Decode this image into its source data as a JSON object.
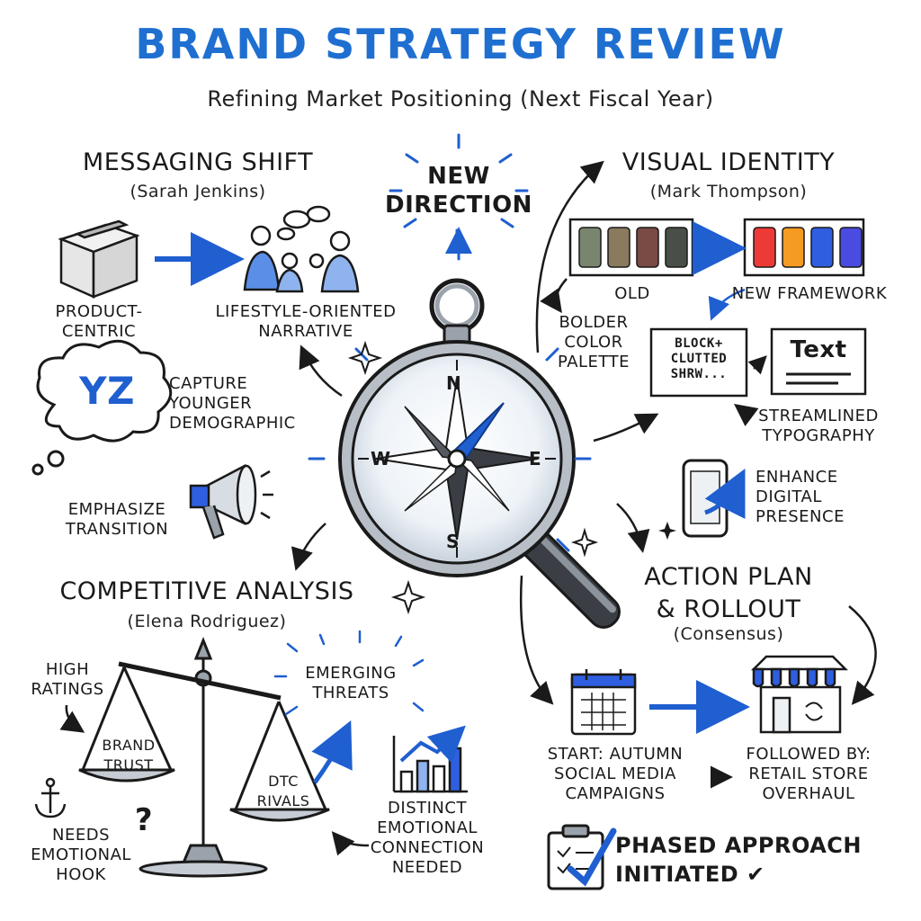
{
  "title": "BRAND STRATEGY REVIEW",
  "subtitle": "Refining Market Positioning (Next Fiscal Year)",
  "center": {
    "label_line1": "NEW",
    "label_line2": "DIRECTION",
    "compass": {
      "n": "N",
      "s": "S",
      "e": "E",
      "w": "W"
    }
  },
  "messaging": {
    "heading": "MESSAGING SHIFT",
    "owner": "(Sarah Jenkins)",
    "from_line1": "PRODUCT-",
    "from_line2": "CENTRIC",
    "to_line1": "LIFESTYLE-ORIENTED",
    "to_line2": "NARRATIVE",
    "badge": "YZ",
    "goal_line1": "CAPTURE",
    "goal_line2": "YOUNGER",
    "goal_line3": "DEMOGRAPHIC",
    "emph_line1": "EMPHASIZE",
    "emph_line2": "TRANSITION"
  },
  "visual": {
    "heading": "VISUAL IDENTITY",
    "owner": "(Mark Thompson)",
    "old_label": "OLD",
    "new_label": "NEW FRAMEWORK",
    "old_colors": [
      "#7a8570",
      "#8a7a5e",
      "#7a4a45",
      "#4a4e48"
    ],
    "new_colors": [
      "#ee3a36",
      "#f59a22",
      "#2f5fe0",
      "#4a4be0"
    ],
    "bold_line1": "BOLDER",
    "bold_line2": "COLOR",
    "bold_line3": "PALETTE",
    "clutter_line1": "BLOCK+",
    "clutter_line2": "CLUTTED",
    "clutter_line3": "SHRW...",
    "clean_text": "Text",
    "typo_line1": "STREAMLINED",
    "typo_line2": "TYPOGRAPHY",
    "digital_line1": "ENHANCE",
    "digital_line2": "DIGITAL",
    "digital_line3": "PRESENCE"
  },
  "competitive": {
    "heading": "COMPETITIVE ANALYSIS",
    "owner": "(Elena Rodriguez)",
    "high_line1": "HIGH",
    "high_line2": "RATINGS",
    "brand_line1": "BRAND",
    "brand_line2": "TRUST",
    "dtc_line1": "DTC",
    "dtc_line2": "RIVALS",
    "threat_line1": "EMERGING",
    "threat_line2": "THREATS",
    "hook_line1": "NEEDS",
    "hook_line2": "EMOTIONAL",
    "hook_line3": "HOOK",
    "question": "?",
    "conn_line1": "DISTINCT",
    "conn_line2": "EMOTIONAL",
    "conn_line3": "CONNECTION",
    "conn_line4": "NEEDED"
  },
  "action": {
    "heading_line1": "ACTION PLAN",
    "heading_line2": "& ROLLOUT",
    "owner": "(Consensus)",
    "start_line1": "START: AUTUMN",
    "start_line2": "SOCIAL MEDIA",
    "start_line3": "CAMPAIGNS",
    "follow_line1": "FOLLOWED BY:",
    "follow_line2": "RETAIL STORE",
    "follow_line3": "OVERHAUL",
    "status_line1": "PHASED APPROACH",
    "status_line2": "INITIATED ✔"
  },
  "colors": {
    "accent": "#1f6fd1",
    "ink": "#1a1a1a"
  }
}
